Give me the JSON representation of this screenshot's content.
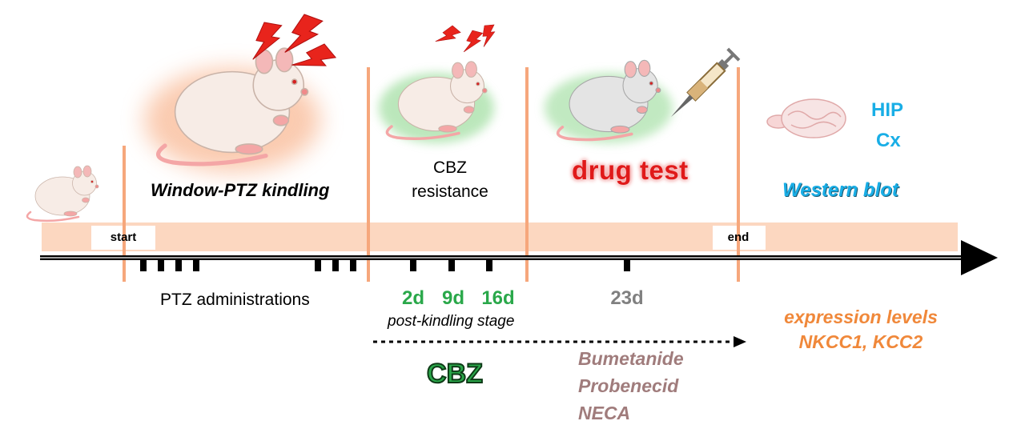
{
  "phases": {
    "kindling_label": "Window-PTZ kindling",
    "cbz_resistance_line1": "CBZ",
    "cbz_resistance_line2": "resistance",
    "drug_test_label": "drug test"
  },
  "timeline": {
    "start_label": "start",
    "end_label": "end",
    "ptz_administrations_label": "PTZ administrations"
  },
  "time_points": {
    "d2": "2d",
    "d9": "9d",
    "d16": "16d",
    "d23": "23d",
    "stage_label": "post-kindling stage"
  },
  "treatment": {
    "cbz_label": "CBZ",
    "drugs": [
      "Bumetanide",
      "Probenecid",
      "NECA"
    ]
  },
  "analysis": {
    "regions": [
      "HIP",
      "Cx"
    ],
    "method_label": "Western blot",
    "expression_line1": "expression levels",
    "expression_line2": "NKCC1, KCC2"
  },
  "colors": {
    "band": "#fcd7c0",
    "phase_divider": "#f6a77c",
    "green_text": "#2aa84a",
    "gray_text": "#808080",
    "drug_red": "#e01a1a",
    "drug_names": "#a07c7c",
    "blue_text": "#19aee6",
    "orange_text": "#f0883a",
    "lightning": "#e8241c"
  },
  "icons": {
    "rat": "rat-icon",
    "lightning": "lightning-icon",
    "syringe": "syringe-icon",
    "brain": "brain-icon"
  }
}
